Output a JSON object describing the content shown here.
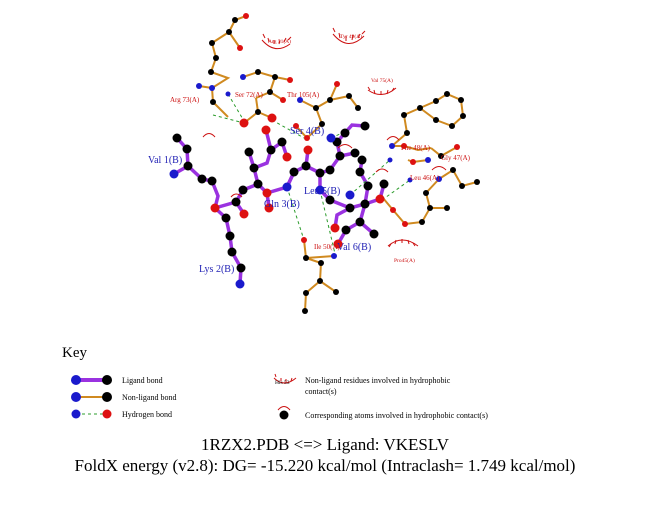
{
  "title": {
    "line1": "1RZX2.PDB <=> Ligand: VKESLV",
    "line2": "FoldX energy (v2.8): DG= -15.220 kcal/mol (Intraclash= 1.749 kcal/mol)"
  },
  "ligand_residues": {
    "val1": "Val 1(B)",
    "lys2": "Lys 2(B)",
    "gln3": "Gln 3(B)",
    "ser4": "Ser 4(B)",
    "leu5": "Leu 5(B)",
    "val6": "Val 6(B)"
  },
  "protein_residues": {
    "arg73": "Arg 73(A)",
    "ser72": "Ser 72(A)",
    "thr105": "Thr 105(A)",
    "arg51": "Arg 51(A)",
    "tyr49": "Tyr 49(A)",
    "val75": "Val 75(A)",
    "phe48": "Phe 48(A)",
    "gly47": "Gly 47(A)",
    "leu46": "Leu 46(A)",
    "ile50": "Ile 50(A)",
    "pro45": "Pro45(A)"
  },
  "key": {
    "heading": "Key",
    "ligand_bond": "Ligand bond",
    "nonligand_bond": "Non-ligand bond",
    "hydrogen_bond": "Hydrogen bond",
    "hydrophobic_residues_1": "Non-ligand residues involved in hydrophobic",
    "hydrophobic_residues_2": "contact(s)",
    "example_residue": "His 53",
    "hydrophobic_atoms": "Corresponding atoms involved in hydrophobic contact(s)"
  },
  "colors": {
    "ligand_bond": "#9a32e0",
    "nonligand_bond": "#d08a20",
    "hbond": "#2c9c2c",
    "carbon": "#000000",
    "nitrogen": "#1a1acc",
    "oxygen": "#dd1111",
    "ligand_label": "#1f1fb4",
    "residue_label": "#cc1010"
  }
}
